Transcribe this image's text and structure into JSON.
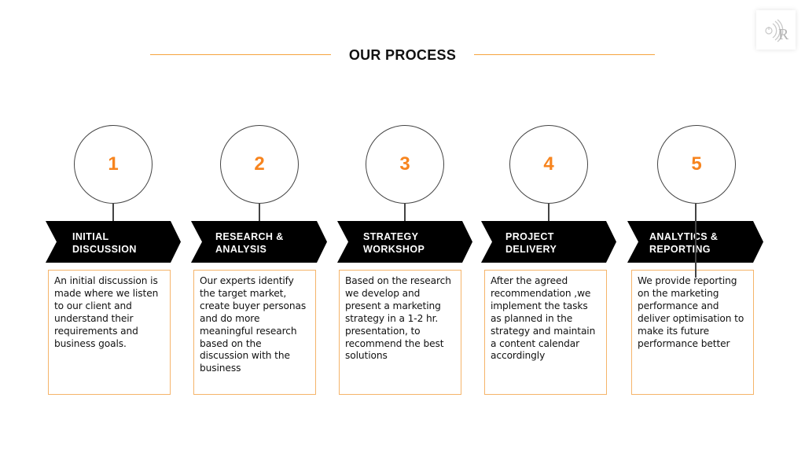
{
  "header": {
    "title": "OUR PROCESS",
    "accent_color": "#f5a43e"
  },
  "logo": {
    "icon": "radio-waves-r-logo",
    "text": "R"
  },
  "colors": {
    "number": "#f7841e",
    "chevron": "#000000",
    "box_border": "#f5b46a",
    "circle_border": "#444444"
  },
  "steps": [
    {
      "number": "1",
      "title": "INITIAL\nDISCUSSION",
      "description": "An initial discussion is made where we listen to our client and understand their requirements and business goals."
    },
    {
      "number": "2",
      "title": "RESEARCH &\nANALYSIS",
      "description": "Our experts identify the target market, create buyer personas and do more meaningful research based on the discussion with the business"
    },
    {
      "number": "3",
      "title": "STRATEGY\nWORKSHOP",
      "description": "Based on the research we develop and present a marketing strategy in a 1-2 hr. presentation, to recommend the best solutions"
    },
    {
      "number": "4",
      "title": "PROJECT\nDELIVERY",
      "description": "After the agreed recommendation ,we implement the tasks as planned in the strategy and maintain a content calendar accordingly"
    },
    {
      "number": "5",
      "title": "ANALYTICS &\nREPORTING",
      "description": "We provide reporting on the marketing performance and deliver optimisation to make its future performance better"
    }
  ]
}
